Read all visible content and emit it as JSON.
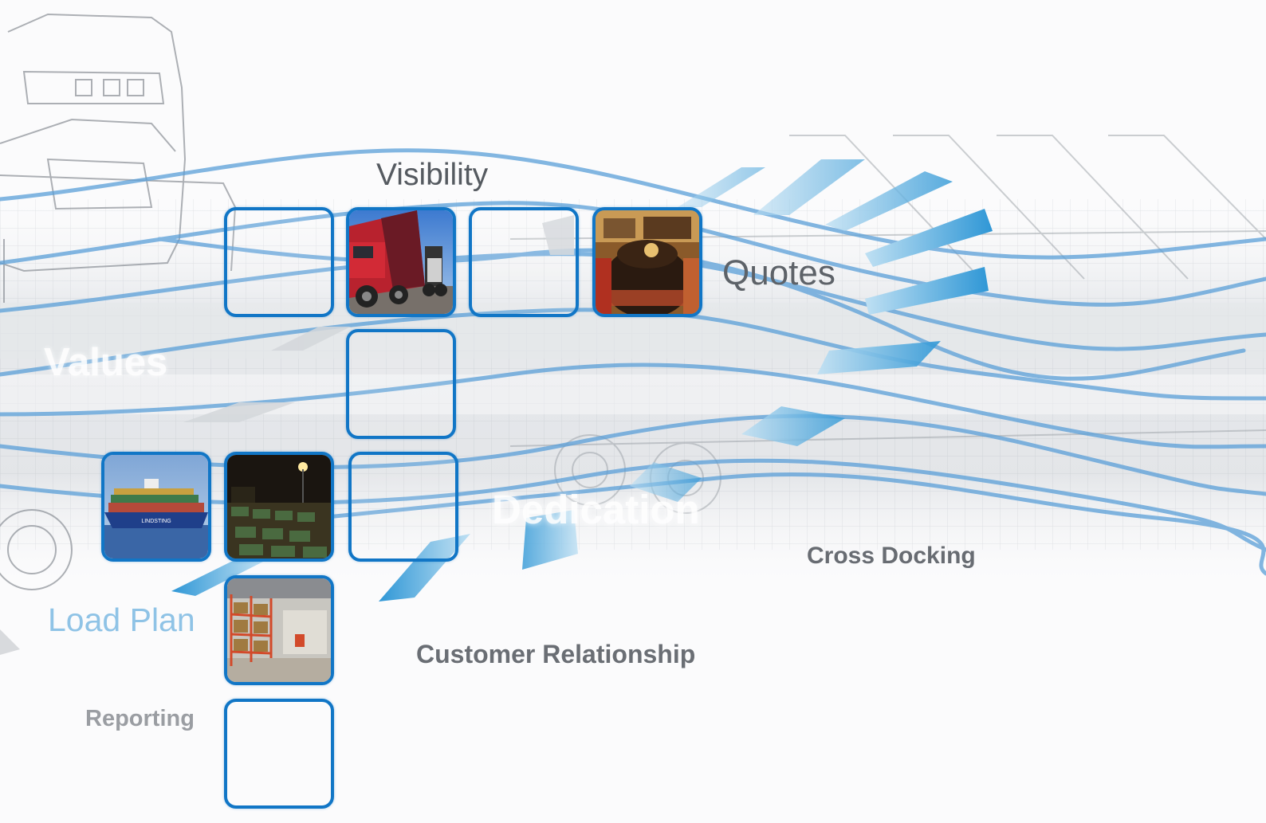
{
  "labels": {
    "visibility": "Visibility",
    "quotes": "Quotes",
    "values": "Values",
    "dedication": "Dedication",
    "cross_docking": "Cross Docking",
    "load_plan": "Load Plan",
    "customer_relationship": "Customer Relationship",
    "reporting": "Reporting"
  },
  "ship_hull_text": "LINDSTING",
  "colors": {
    "tile_border": "#1176c6",
    "wave_blue": "#5a9fd8",
    "arrow_blue": "#4aa7dc",
    "label_gray": "#5d6268",
    "label_light_blue": "#8fc3e6"
  },
  "tiles": [
    {
      "name": "tile-empty-1",
      "photo": "none"
    },
    {
      "name": "tile-truck-photo",
      "photo": "truck-icon"
    },
    {
      "name": "tile-empty-2",
      "photo": "none"
    },
    {
      "name": "tile-cargo-photo",
      "photo": "cargo-icon"
    },
    {
      "name": "tile-empty-3",
      "photo": "none"
    },
    {
      "name": "tile-ship-photo",
      "photo": "container-ship-icon"
    },
    {
      "name": "tile-port-night-photo",
      "photo": "port-night-icon"
    },
    {
      "name": "tile-empty-4",
      "photo": "none"
    },
    {
      "name": "tile-warehouse-photo",
      "photo": "warehouse-icon"
    },
    {
      "name": "tile-empty-5",
      "photo": "none"
    }
  ]
}
